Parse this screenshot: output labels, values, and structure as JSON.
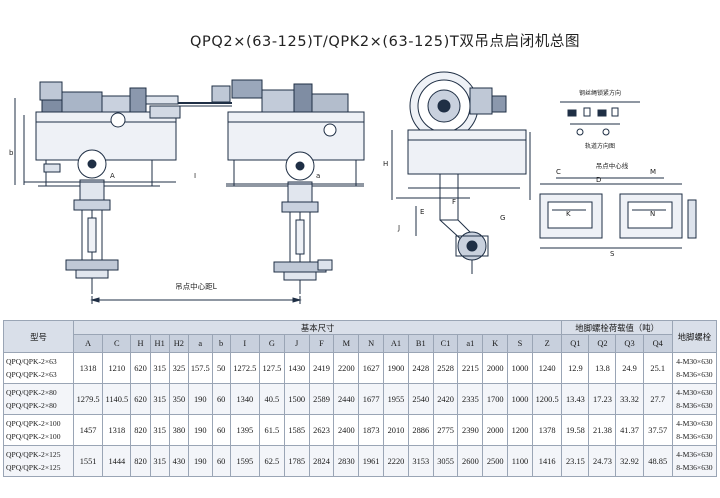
{
  "title": "QPQ2×(63-125)T/QPK2×(63-125)T双吊点启闭机总图",
  "drawing": {
    "labels": {
      "center_distance": "吊点中心距L",
      "side_view_caption": "吊点中心线",
      "fig_top_label": "钢丝绳锁紧方向",
      "fig_bottom_label": "轨道方向图",
      "letters": [
        "b",
        "A",
        "I",
        "a",
        "H",
        "E",
        "F",
        "J",
        "G",
        "D",
        "K",
        "C",
        "M",
        "N",
        "S"
      ]
    }
  },
  "table": {
    "header_model": "型号",
    "header_dims": "基本尺寸",
    "header_foundation": "地脚螺栓荷载值（吨）",
    "header_bolts": "地脚螺栓",
    "columns": [
      "A",
      "C",
      "H",
      "H1",
      "H2",
      "a",
      "b",
      "I",
      "G",
      "J",
      "F",
      "M",
      "N",
      "A1",
      "B1",
      "C1",
      "a1",
      "K",
      "S",
      "Z",
      "Q1",
      "Q2",
      "Q3",
      "Q4"
    ],
    "rows": [
      {
        "models": [
          "QPQ/QPK-2×63",
          "QPQ/QPK-2×63"
        ],
        "values": [
          "1318",
          "1210",
          "620",
          "315",
          "325",
          "157.5",
          "50",
          "1272.5",
          "127.5",
          "1430",
          "2419",
          "2200",
          "1627",
          "1900",
          "2428",
          "2528",
          "2215",
          "2000",
          "1000",
          "1240",
          "12.9",
          "13.8",
          "24.9",
          "25.1"
        ],
        "bolts": [
          "4-M30×630",
          "8-M36×630"
        ]
      },
      {
        "models": [
          "QPQ/QPK-2×80",
          "QPQ/QPK-2×80"
        ],
        "values": [
          "1279.5",
          "1140.5",
          "620",
          "315",
          "350",
          "190",
          "60",
          "1340",
          "40.5",
          "1500",
          "2589",
          "2440",
          "1677",
          "1955",
          "2540",
          "2420",
          "2335",
          "1700",
          "1000",
          "1200.5",
          "13.43",
          "17.23",
          "33.32",
          "27.7"
        ],
        "bolts": [
          "4-M30×630",
          "8-M36×630"
        ]
      },
      {
        "models": [
          "QPQ/QPK-2×100",
          "QPQ/QPK-2×100"
        ],
        "values": [
          "1457",
          "1318",
          "820",
          "315",
          "380",
          "190",
          "60",
          "1395",
          "61.5",
          "1585",
          "2623",
          "2400",
          "1873",
          "2010",
          "2886",
          "2775",
          "2390",
          "2000",
          "1200",
          "1378",
          "19.58",
          "21.38",
          "41.37",
          "37.57"
        ],
        "bolts": [
          "4-M30×630",
          "8-M36×630"
        ]
      },
      {
        "models": [
          "QPQ/QPK-2×125",
          "QPQ/QPK-2×125"
        ],
        "values": [
          "1551",
          "1444",
          "820",
          "315",
          "430",
          "190",
          "60",
          "1595",
          "62.5",
          "1785",
          "2824",
          "2830",
          "1961",
          "2220",
          "3153",
          "3055",
          "2600",
          "2500",
          "1100",
          "1416",
          "23.15",
          "24.73",
          "32.92",
          "48.85"
        ],
        "bolts": [
          "4-M36×630",
          "8-M36×630"
        ]
      }
    ]
  },
  "colors": {
    "line": "#1f2f45",
    "header_bg": "#c8d0dd",
    "header_bg_top": "#d9dfe9",
    "grid": "#9aa5b5"
  }
}
